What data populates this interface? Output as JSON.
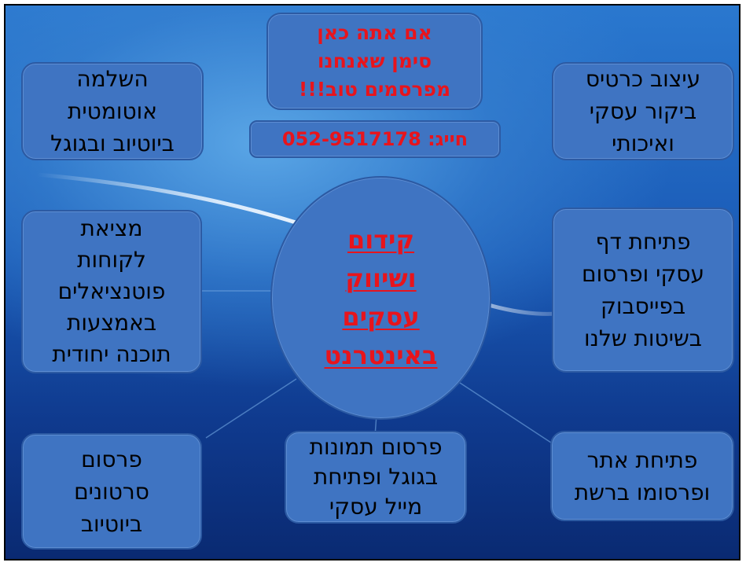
{
  "header": {
    "lines": [
      "אם אתה כאן",
      "סימן שאנחנו",
      "מפרסמים טוב!!!"
    ]
  },
  "phone": {
    "text": "חייג:  052-9517178"
  },
  "center": {
    "lines": [
      "קידום",
      "ושיווק",
      "עסקים",
      "באינטרנט"
    ]
  },
  "boxes": {
    "top_left": [
      "השלמה",
      "אוטומטית",
      "ביוטיוב ובגוגל"
    ],
    "top_right": [
      "עיצוב כרטיס",
      "ביקור עסקי",
      "ואיכותי"
    ],
    "mid_left": [
      "מציאת",
      "לקוחות",
      "פוטנציאלים",
      "באמצעות",
      "תוכנה יחודית"
    ],
    "mid_right": [
      "פתיחת דף",
      "עסקי ופרסום",
      "בפייסבוק",
      "בשיטות שלנו"
    ],
    "bottom_left": [
      "פרסום",
      "סרטונים",
      "ביוטיוב"
    ],
    "bottom_center": [
      "פרסום תמונות",
      "בגוגל ופתיחת",
      "מייל עסקי"
    ],
    "bottom_right": [
      "פתיחת אתר",
      "ופרסומו ברשת"
    ]
  },
  "colors": {
    "box_fill": "#3f74c2",
    "highlight_text": "#e8141c",
    "background_top": "#2a78cf",
    "background_bottom": "#0a2a72"
  }
}
